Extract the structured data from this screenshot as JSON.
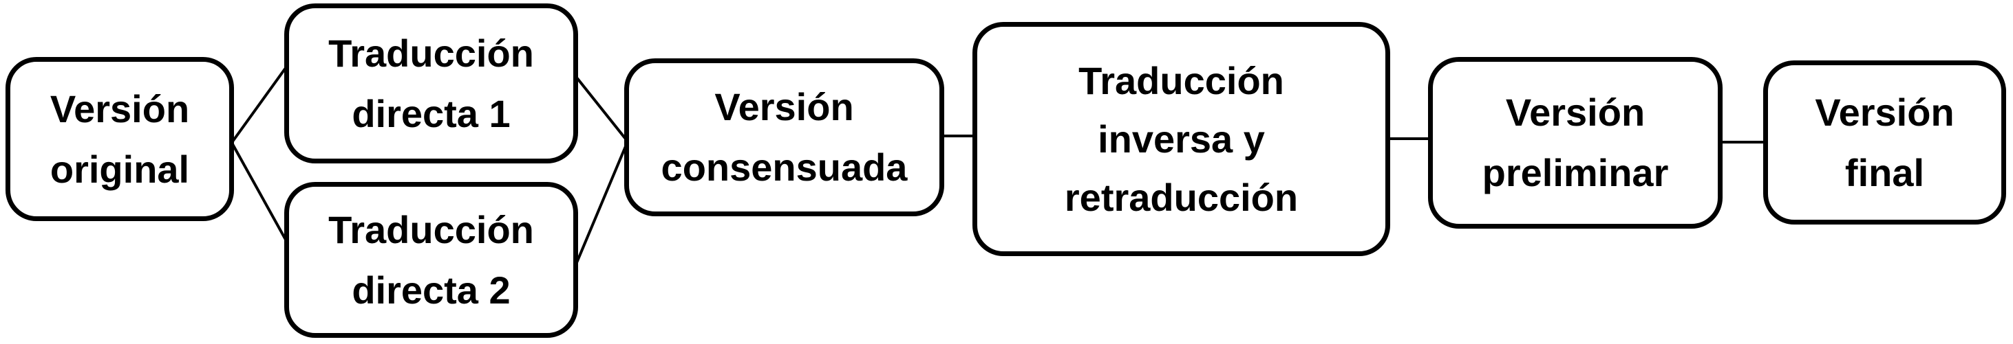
{
  "diagram": {
    "type": "flowchart",
    "language": "es",
    "colors": {
      "box_border": "#000000",
      "box_background": "#ffffff",
      "text": "#000000",
      "connector": "#000000"
    },
    "nodes": [
      {
        "id": "version-original",
        "label": "Versión\noriginal"
      },
      {
        "id": "traduccion-directa-1",
        "label": "Traducción\ndirecta 1"
      },
      {
        "id": "traduccion-directa-2",
        "label": "Traducción\ndirecta 2"
      },
      {
        "id": "version-consensuada",
        "label": "Versión\nconsensuada"
      },
      {
        "id": "traduccion-inversa",
        "label": "Traducción\ninversa y\nretraducción"
      },
      {
        "id": "version-preliminar",
        "label": "Versión\npreliminar"
      },
      {
        "id": "version-final",
        "label": "Versión\nfinal"
      }
    ],
    "edges": [
      {
        "from": "version-original",
        "to": "traduccion-directa-1"
      },
      {
        "from": "version-original",
        "to": "traduccion-directa-2"
      },
      {
        "from": "traduccion-directa-1",
        "to": "version-consensuada"
      },
      {
        "from": "traduccion-directa-2",
        "to": "version-consensuada"
      },
      {
        "from": "version-consensuada",
        "to": "traduccion-inversa"
      },
      {
        "from": "traduccion-inversa",
        "to": "version-preliminar"
      },
      {
        "from": "version-preliminar",
        "to": "version-final"
      }
    ]
  }
}
